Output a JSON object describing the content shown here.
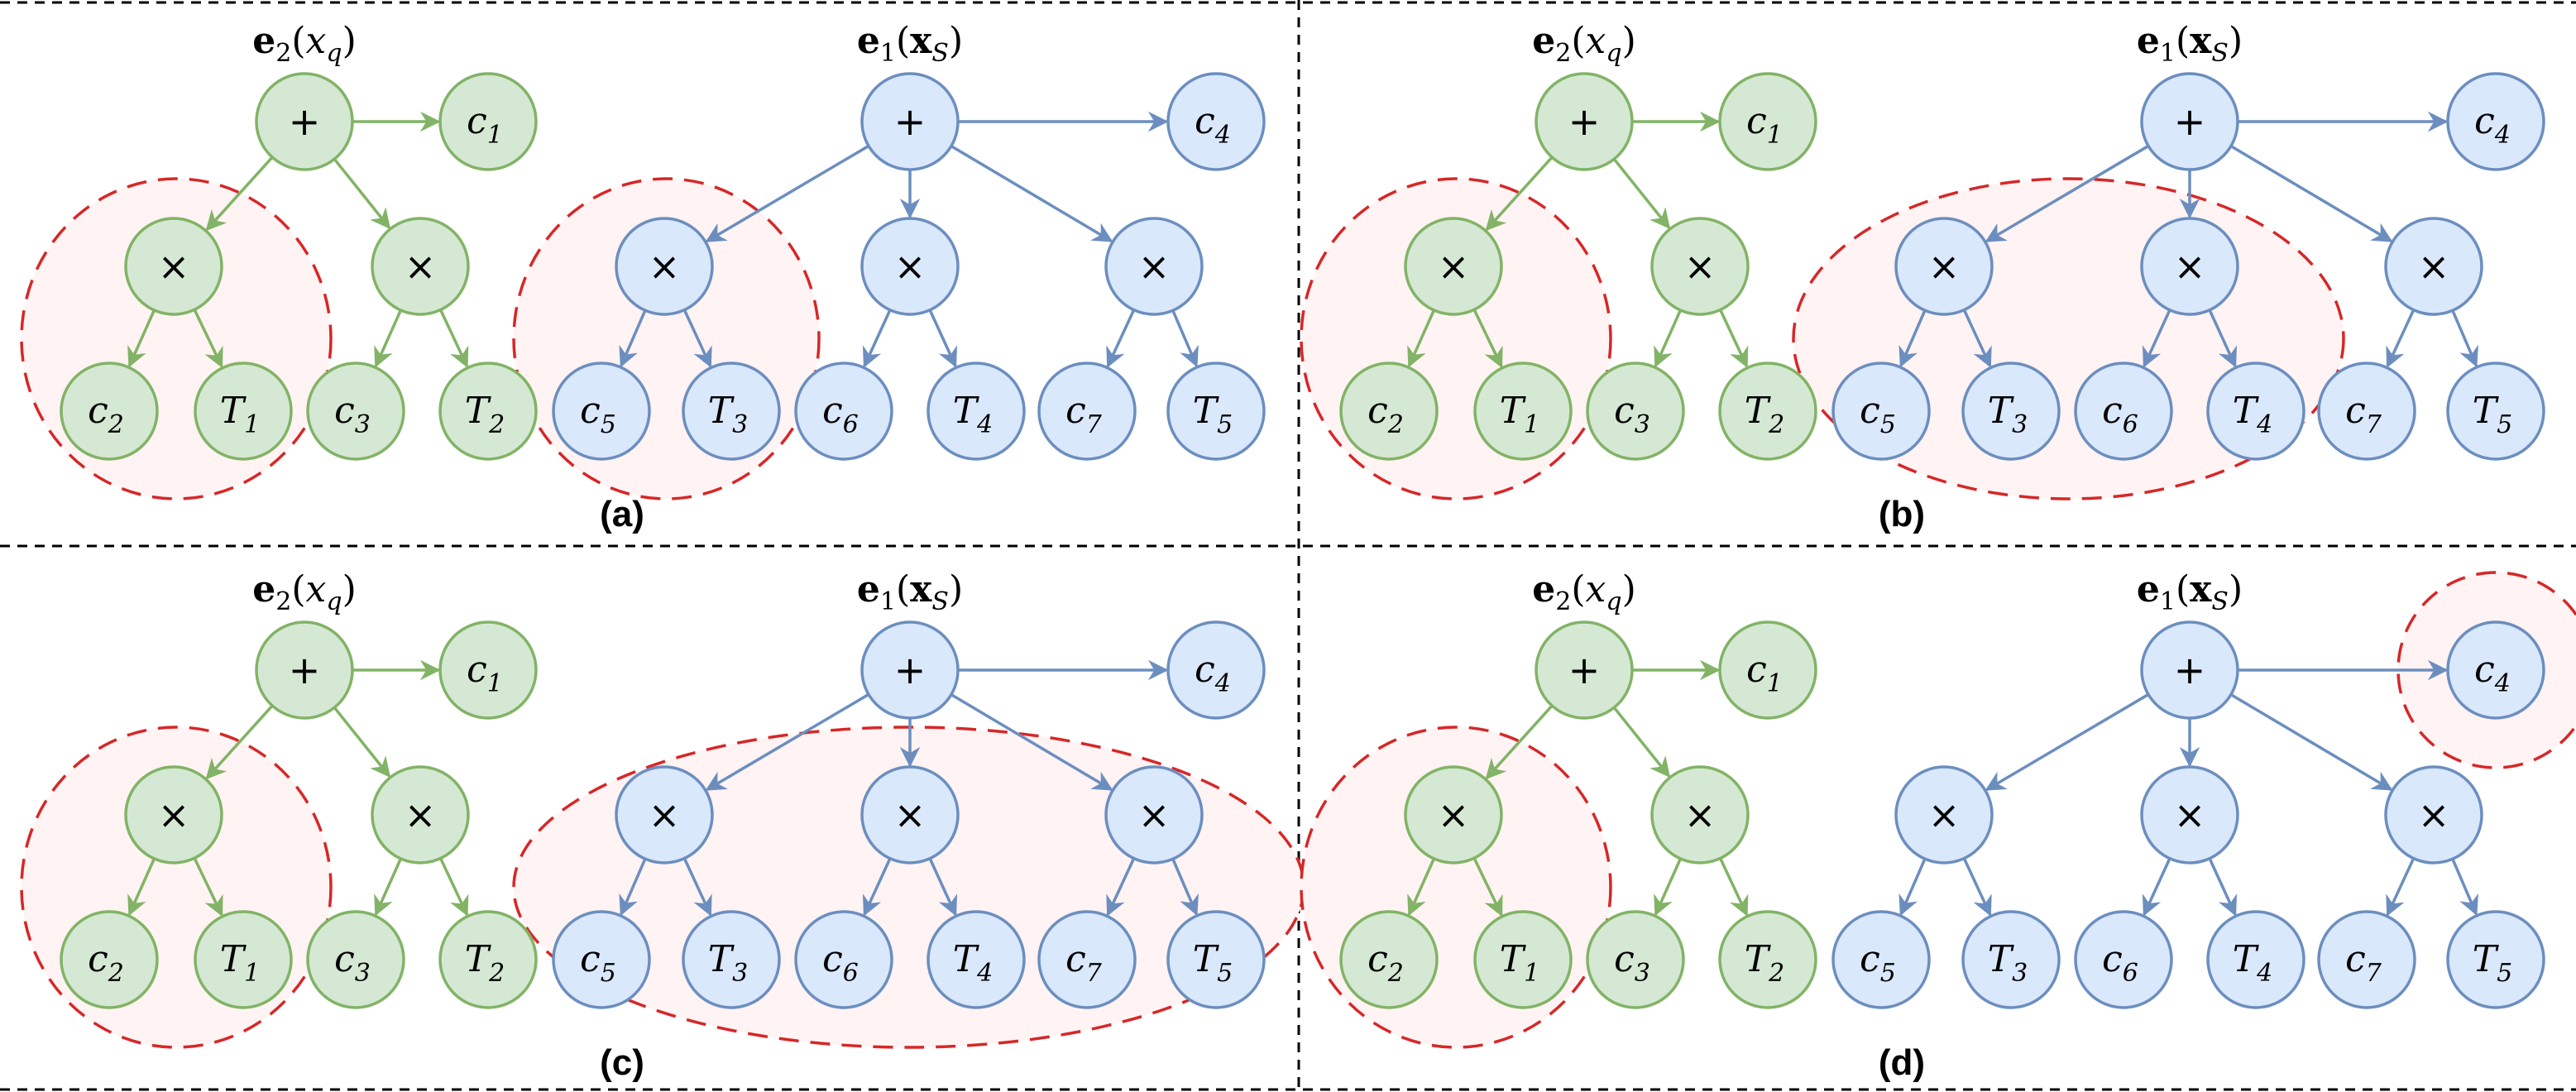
{
  "panels": [
    {
      "id": "a",
      "caption": "(a)",
      "highlight": [
        [
          "left",
          "x1"
        ],
        [
          "right",
          "x1"
        ]
      ]
    },
    {
      "id": "b",
      "caption": "(b)",
      "highlight": [
        [
          "left",
          "x1"
        ],
        [
          "right",
          "x1",
          "x2"
        ]
      ]
    },
    {
      "id": "c",
      "caption": "(c)",
      "highlight": [
        [
          "left",
          "x1"
        ],
        [
          "right",
          "x1",
          "x2",
          "x3"
        ]
      ]
    },
    {
      "id": "d",
      "caption": "(d)",
      "highlight": [
        [
          "left",
          "x1"
        ],
        [
          "right",
          "c4"
        ]
      ]
    }
  ],
  "trees": {
    "left": {
      "title_bold": "e",
      "title_index": "2",
      "title_arg": "x",
      "title_arg_sub": "q",
      "root_label": "+",
      "leaf_label": {
        "base": "c",
        "sub": "1"
      },
      "products": [
        {
          "op": "×",
          "coef": {
            "base": "c",
            "sub": "2"
          },
          "term": {
            "base": "T",
            "sub": "1"
          }
        },
        {
          "op": "×",
          "coef": {
            "base": "c",
            "sub": "3"
          },
          "term": {
            "base": "T",
            "sub": "2"
          }
        }
      ]
    },
    "right": {
      "title_bold": "e",
      "title_index": "1",
      "title_arg": "x",
      "title_arg_sub": "S",
      "root_label": "+",
      "leaf_label": {
        "base": "c",
        "sub": "4"
      },
      "products": [
        {
          "op": "×",
          "coef": {
            "base": "c",
            "sub": "5"
          },
          "term": {
            "base": "T",
            "sub": "3"
          }
        },
        {
          "op": "×",
          "coef": {
            "base": "c",
            "sub": "6"
          },
          "term": {
            "base": "T",
            "sub": "4"
          }
        },
        {
          "op": "×",
          "coef": {
            "base": "c",
            "sub": "7"
          },
          "term": {
            "base": "T",
            "sub": "5"
          }
        }
      ]
    }
  },
  "colors": {
    "green_fill": "#d5e8d4",
    "green_stroke": "#82b366",
    "blue_fill": "#dae8fc",
    "blue_stroke": "#6c8ebf",
    "highlight_stroke": "#d62728",
    "highlight_fill": "#fff3f3",
    "divider": "#000000"
  }
}
